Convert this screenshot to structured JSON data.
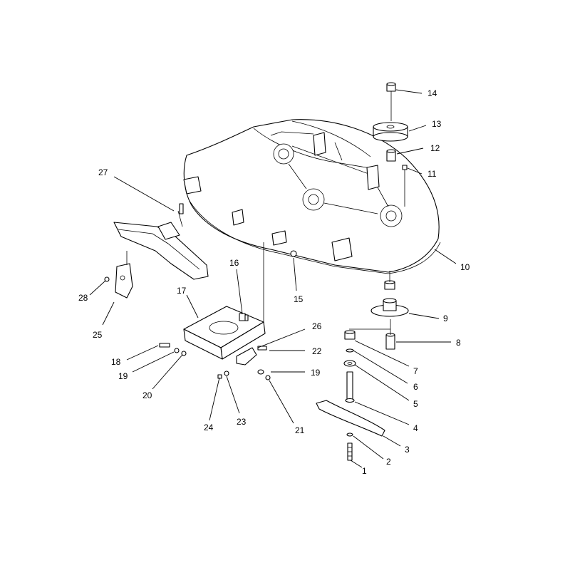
{
  "callouts": [
    {
      "label": "14"
    },
    {
      "label": "13"
    },
    {
      "label": "12"
    },
    {
      "label": "11"
    },
    {
      "label": "27"
    },
    {
      "label": "10"
    },
    {
      "label": "16"
    },
    {
      "label": "15"
    },
    {
      "label": "28"
    },
    {
      "label": "17"
    },
    {
      "label": "9"
    },
    {
      "label": "25"
    },
    {
      "label": "26"
    },
    {
      "label": "8"
    },
    {
      "label": "18"
    },
    {
      "label": "22"
    },
    {
      "label": "7"
    },
    {
      "label": "19"
    },
    {
      "label": "19"
    },
    {
      "label": "6"
    },
    {
      "label": "20"
    },
    {
      "label": "5"
    },
    {
      "label": "4"
    },
    {
      "label": "24"
    },
    {
      "label": "23"
    },
    {
      "label": "21"
    },
    {
      "label": "3"
    },
    {
      "label": "2"
    },
    {
      "label": "1"
    }
  ]
}
